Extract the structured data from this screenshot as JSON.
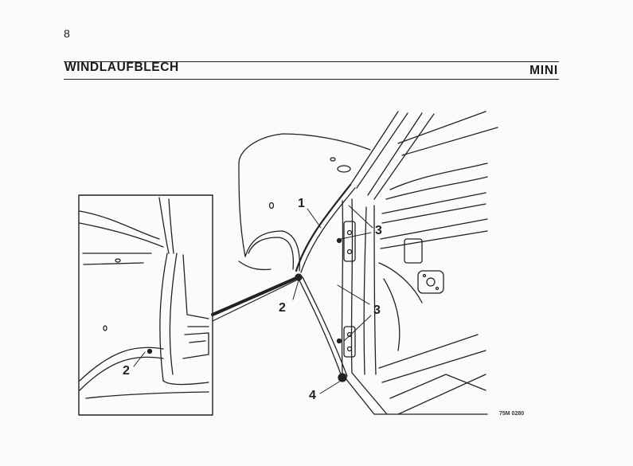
{
  "page": {
    "number": "8",
    "section_title": "WINDLAUFBLECH",
    "model": "MINI"
  },
  "figure": {
    "callouts": {
      "c1": "1",
      "c2_main": "2",
      "c3_upper": "3",
      "c3_lower": "3",
      "c4": "4",
      "c2_detail": "2"
    },
    "reference_code": "75M 0280"
  }
}
